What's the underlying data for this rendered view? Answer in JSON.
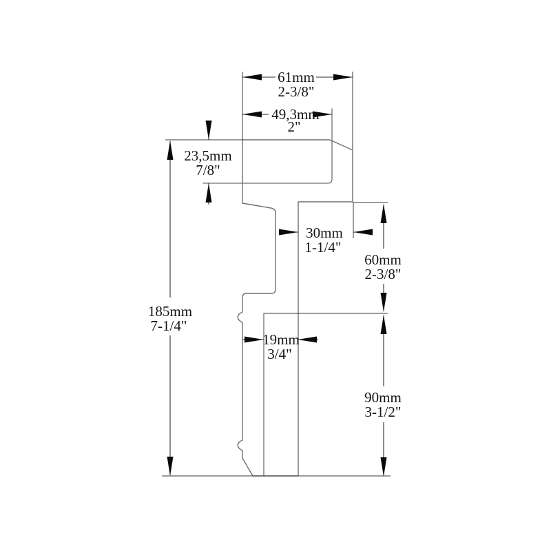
{
  "figure": {
    "type": "technical-profile-cross-section",
    "background": "#ffffff",
    "line_color": "#6f6f6f",
    "dimension_color": "#2e2e2e",
    "text_color": "#141414",
    "dims": {
      "total_height": {
        "mm": "185mm",
        "inch": "7-1/4\""
      },
      "top_width": {
        "mm": "61mm",
        "inch": "2-3/8\""
      },
      "top_rebate_width": {
        "mm": "49,3mm",
        "inch": "2\""
      },
      "flange_thickness": {
        "mm": "23,5mm",
        "inch": "7/8\""
      },
      "channel_width": {
        "mm": "30mm",
        "inch": "1-1/4\""
      },
      "mid_height": {
        "mm": "60mm",
        "inch": "2-3/8\""
      },
      "leg_width": {
        "mm": "19mm",
        "inch": "3/4\""
      },
      "bottom_height": {
        "mm": "90mm",
        "inch": "3-1/2\""
      }
    }
  }
}
